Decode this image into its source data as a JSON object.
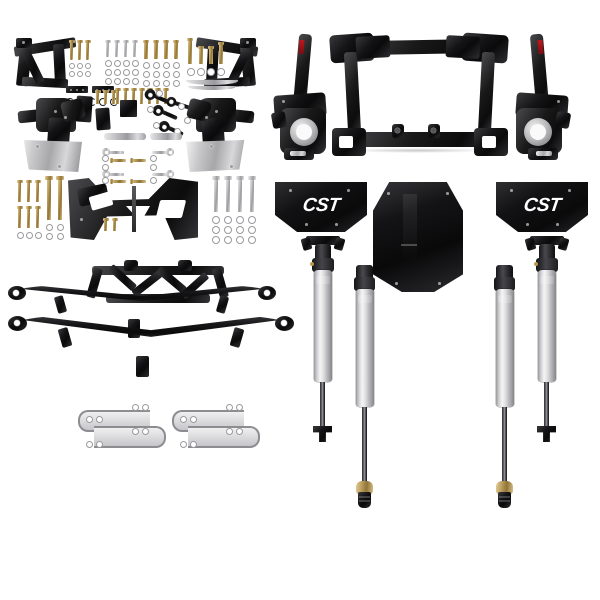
{
  "product": {
    "brand": "CST",
    "kit_type": "Suspension Lift Kit",
    "background_color": "#ffffff"
  },
  "colors": {
    "black_powdercoat": "#131315",
    "silver_steel": "#bdbdc0",
    "gold_zinc": "#b99c5c",
    "shock_silver": "#d9d9dc",
    "logo_red": "#c0161c",
    "logo_white": "#ffffff"
  },
  "badges": {
    "left_skid_plate": "CST",
    "center_skid_plate": "",
    "right_skid_plate": "CST"
  },
  "groups": [
    {
      "id": "hardware-fasteners",
      "label": "Hardware and fastener pack",
      "items": [
        "gold zinc bolts",
        "silver bolts",
        "flat washers",
        "lock nuts",
        "C-clips",
        "spacer tubes",
        "tie rod ends"
      ]
    },
    {
      "id": "front-brackets",
      "label": "Front upper bracket assemblies",
      "items": [
        "left triangular bracket",
        "right triangular bracket",
        "differential drop brackets",
        "skid plate mounts"
      ]
    },
    {
      "id": "crossmember",
      "label": "Front subframe crossmember",
      "items": [
        "main crossmember"
      ]
    },
    {
      "id": "steering-knuckles",
      "label": "Steering knuckles",
      "items": [
        "left knuckle",
        "right knuckle"
      ]
    },
    {
      "id": "skid-plates",
      "label": "Skid plates",
      "items": [
        "left CST skid plate",
        "center skid plate",
        "right CST skid plate"
      ]
    },
    {
      "id": "shocks",
      "label": "Shock absorbers",
      "items": [
        "front left shock",
        "rear left shock",
        "rear right shock",
        "front right shock"
      ]
    },
    {
      "id": "leaf-springs",
      "label": "Rear leaf spring packs",
      "items": [
        "left leaf spring",
        "right leaf spring"
      ]
    },
    {
      "id": "track-bar",
      "label": "Trussed crossmember",
      "items": [
        "x-braced crossmember"
      ]
    },
    {
      "id": "u-bolt-kits",
      "label": "U-bolt kits",
      "items": [
        "left u-bolt plate kit",
        "right u-bolt plate kit"
      ]
    }
  ]
}
